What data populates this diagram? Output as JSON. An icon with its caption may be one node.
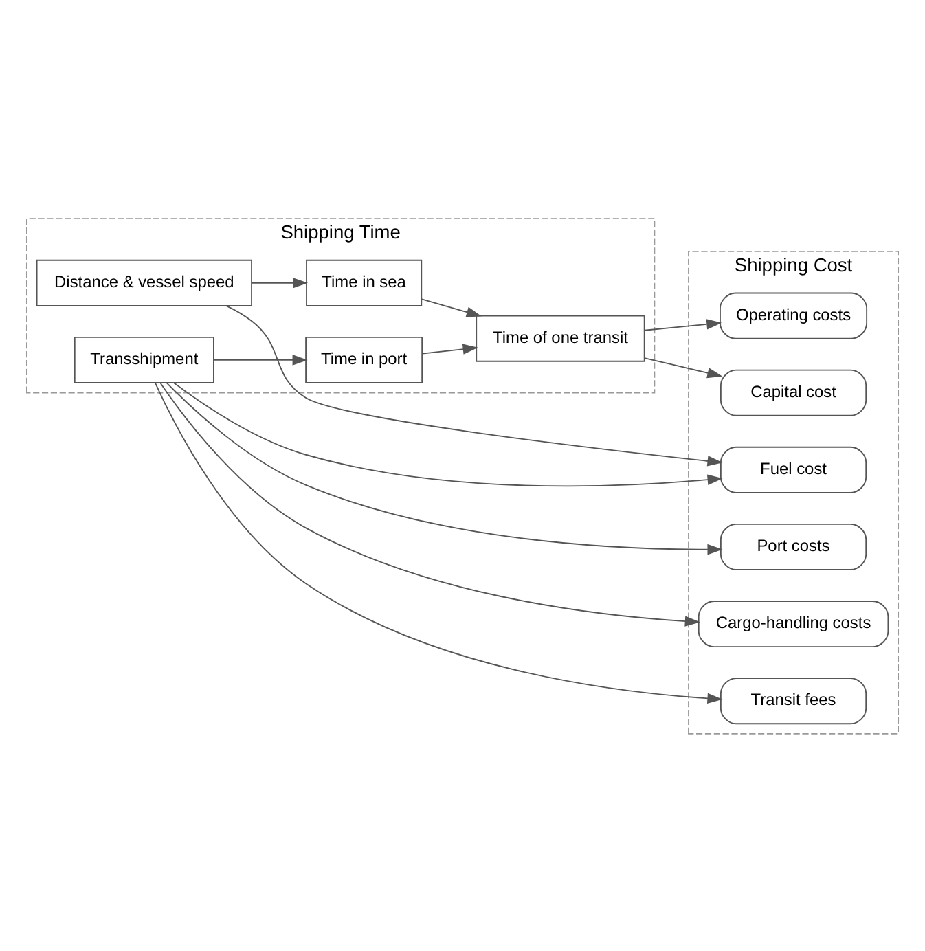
{
  "diagram": {
    "nodes": [
      {
        "text": [
          "Shipping Time"
        ]
      },
      {
        "text": [
          "Shipping Cost"
        ]
      },
      {
        "text": [
          "Distance & vessel speed"
        ],
        "in": 0
      },
      {
        "text": [
          "Transshipment"
        ],
        "in": 0
      },
      {
        "text": [
          "Time in sea"
        ],
        "in": 0
      },
      {
        "text": [
          "Time in port"
        ],
        "in": 0
      },
      {
        "text": [
          "Time of one transit"
        ],
        "in": 0
      },
      {
        "text": [
          "Fuel cost"
        ],
        "in": 1
      },
      {
        "text": [
          "Transit fees"
        ],
        "in": 1
      },
      {
        "text": [
          "Port costs"
        ],
        "in": 1
      },
      {
        "text": [
          "Cargo-handling costs"
        ],
        "in": 1
      },
      {
        "text": [
          "Operating costs"
        ],
        "in": 1
      },
      {
        "text": [
          "Capital cost"
        ],
        "in": 1
      }
    ],
    "edges": [
      {
        "from": 2,
        "to": 7,
        "arrow": "to"
      },
      {
        "from": 3,
        "to": 7,
        "arrow": "to"
      },
      {
        "from": 3,
        "to": 8,
        "arrow": "to"
      },
      {
        "from": 3,
        "to": 9,
        "arrow": "to"
      },
      {
        "from": 3,
        "to": 10,
        "arrow": "to"
      },
      {
        "from": 2,
        "to": 4,
        "arrow": "to"
      },
      {
        "from": 3,
        "to": 5,
        "arrow": "to"
      },
      {
        "from": 4,
        "to": 6,
        "arrow": "to"
      },
      {
        "from": 5,
        "to": 6,
        "arrow": "to"
      },
      {
        "from": 6,
        "to": 11,
        "arrow": "to"
      },
      {
        "from": 6,
        "to": 12,
        "arrow": "to"
      }
    ]
  }
}
